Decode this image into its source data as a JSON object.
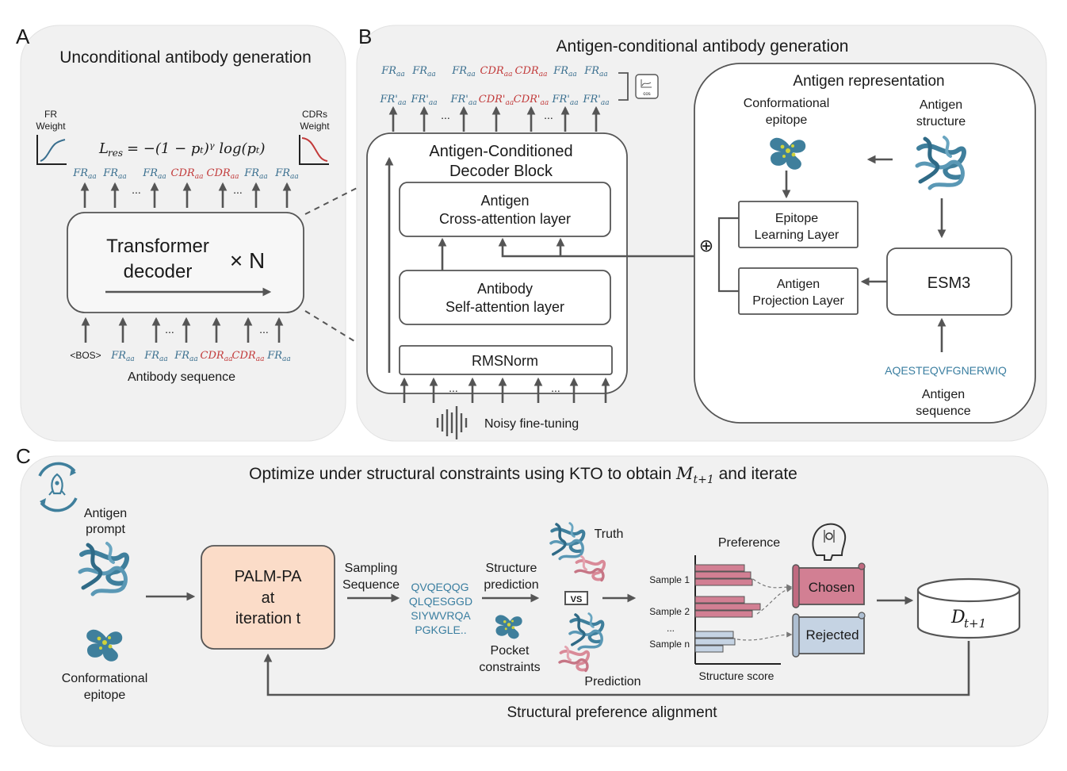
{
  "panel_a": {
    "letter": "A",
    "title": "Unconditional antibody generation",
    "fr_weight": [
      "FR",
      "Weight"
    ],
    "cdrs_weight": [
      "CDRs",
      "Weight"
    ],
    "loss_lhs": "L",
    "loss_sub": "res",
    "loss_rhs": "= −(1 − pₜ)ᵞ log(pₜ)",
    "output_tokens": [
      "FR",
      "FR",
      "...",
      "FR",
      "CDR",
      "CDR",
      "...",
      "FR",
      "FR"
    ],
    "token_sub": "aa",
    "decoder_line1": "Transformer",
    "decoder_line2": "decoder",
    "times_n": "× N",
    "input_tokens": [
      "<BOS>",
      "FR",
      "FR",
      "FR",
      "CDR",
      "CDR",
      "FR"
    ],
    "input_ellipses": [
      "...",
      "..."
    ],
    "input_caption": "Antibody sequence"
  },
  "panel_b": {
    "letter": "B",
    "title": "Antigen-conditional antibody generation",
    "top_tokens": [
      "FR",
      "FR",
      "FR",
      "CDR",
      "CDR",
      "FR",
      "FR"
    ],
    "prime_tokens": [
      "FR'",
      "FR'",
      "FR'",
      "CDR'",
      "CDR'",
      "FR'",
      "FR'"
    ],
    "token_sub": "aa",
    "ellipsis": "...",
    "cos_label": "cos",
    "block_title_line1": "Antigen-Conditioned",
    "block_title_line2": "Decoder Block",
    "cross_line1": "Antigen",
    "cross_line2": "Cross-attention layer",
    "self_line1": "Antibody",
    "self_line2": "Self-attention layer",
    "norm": "RMSNorm",
    "noisy": "Noisy fine-tuning",
    "plus": "⊕",
    "antigen_rep": {
      "title": "Antigen representation",
      "conf_line1": "Conformational",
      "conf_line2": "epitope",
      "struct_line1": "Antigen",
      "struct_line2": "structure",
      "epitope_line1": "Epitope",
      "epitope_line2": "Learning Layer",
      "proj_line1": "Antigen",
      "proj_line2": "Projection Layer",
      "esm": "ESM3",
      "sequence": "AQESTEQVFGNERWIQ",
      "seq_line1": "Antigen",
      "seq_line2": "sequence"
    }
  },
  "panel_c": {
    "letter": "C",
    "title_prefix": "Optimize under structural constraints using  KTO to obtain ",
    "title_math": "M",
    "title_math_sub": "t+1",
    "title_suffix": " and iterate",
    "antigen_prompt_line1": "Antigen",
    "antigen_prompt_line2": "prompt",
    "conf_line1": "Conformational",
    "conf_line2": "epitope",
    "model_line1": "PALM-PA",
    "model_line2": "at",
    "model_line3": "iteration t",
    "sampling_line1": "Sampling",
    "sampling_line2": "Sequence",
    "sampled_seq": [
      "QVQEQQG",
      "QLQESGGD",
      "SIYWVRQA",
      "PGKGLE.."
    ],
    "struct_pred_line1": "Structure",
    "struct_pred_line2": "prediction",
    "pocket_line1": "Pocket",
    "pocket_line2": "constraints",
    "truth": "Truth",
    "vs": "VS",
    "prediction": "Prediction",
    "preference": "Preference",
    "samples": [
      "Sample 1",
      "Sample 2",
      "...",
      "Sample n"
    ],
    "bar_values": [
      [
        0.62,
        0.7,
        0.72
      ],
      [
        0.62,
        0.82,
        0.72
      ],
      [
        0.48,
        0.5,
        0.35
      ]
    ],
    "x_axis_label": "Structure score",
    "chosen": "Chosen",
    "rejected": "Rejected",
    "dataset_math": "D",
    "dataset_sub": "t+1",
    "loop_label": "Structural preference alignment"
  },
  "colors": {
    "fr_token": "#3a6f8f",
    "cdr_token": "#c23a3a",
    "protein_teal": "#3f7f9c",
    "protein_pink": "#d98a98",
    "epitope_yellow": "#cfd23a",
    "model_box": "#fbdcc8",
    "chosen_box": "#d27f93",
    "rejected_box": "#c5d3e3"
  }
}
